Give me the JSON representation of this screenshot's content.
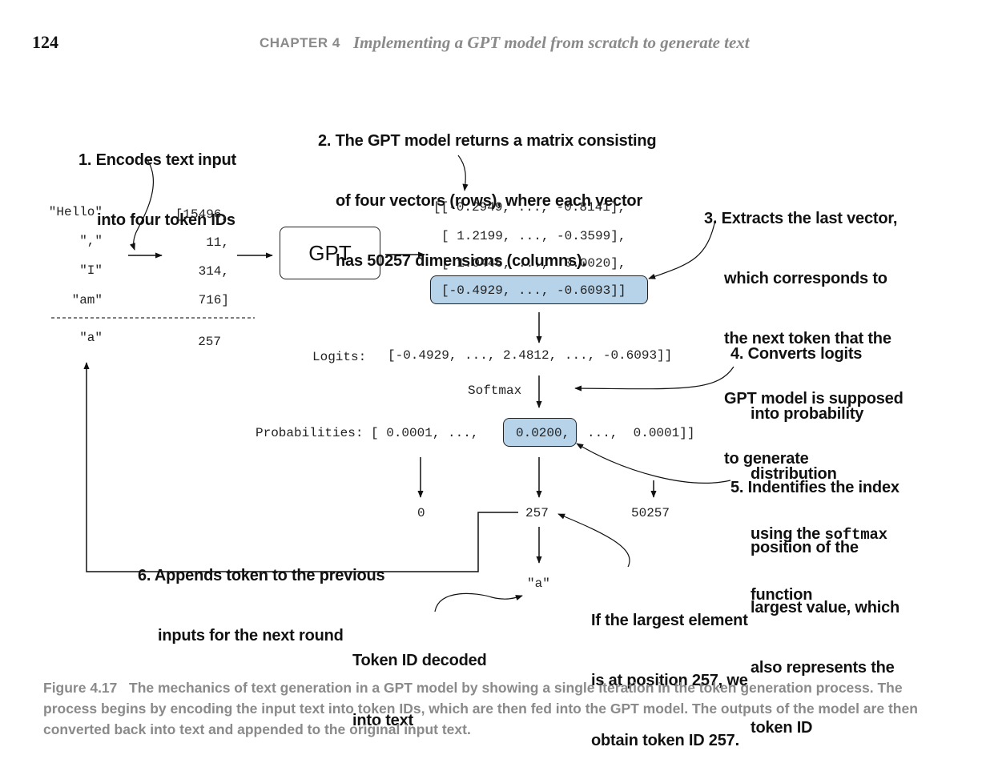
{
  "header": {
    "page_number": "124",
    "chapter_label": "CHAPTER 4",
    "chapter_title": "Implementing a GPT model from scratch to generate text"
  },
  "annotations": {
    "step1": [
      "1. Encodes text input",
      "into four token IDs"
    ],
    "step2": [
      "2. The GPT model returns a matrix consisting",
      "of four vectors (rows), where each vector",
      "has 50257 dimensions (columns)."
    ],
    "step3": [
      "3. Extracts the last vector,",
      "which corresponds to",
      "the next token that the",
      "GPT model is supposed",
      "to generate"
    ],
    "step4": [
      "4. Converts logits",
      "into probability",
      "distribution",
      "using the ",
      "softmax",
      "function"
    ],
    "step5": [
      "5. Indentifies the index",
      "position of the",
      "largest value, which",
      "also represents the",
      "token ID"
    ],
    "step6": [
      "6. Appends token to the previous",
      "inputs for the next round"
    ],
    "largest": [
      "If the largest element",
      "is at position 257, we",
      "obtain token ID 257."
    ],
    "decoded": [
      "Token ID decoded",
      "into text"
    ]
  },
  "inputs": {
    "tokens": [
      "\"Hello\"",
      "\",\"",
      "\"I\"",
      "\"am\""
    ],
    "ids": [
      "[15496,",
      "11,",
      "314,",
      "716]"
    ],
    "new_token": "\"a\"",
    "new_id": "257"
  },
  "model": {
    "label": "GPT"
  },
  "matrix": {
    "rows": [
      "[[-0.2949, ..., -0.8141],",
      "[ 1.2199, ..., -0.3599],",
      "[ 1.0446, ...,  0.0020],",
      "[-0.4929, ..., -0.6093]]"
    ]
  },
  "logits": {
    "label": "Logits:",
    "values": "[-0.4929, ..., 2.4812, ..., -0.6093]]"
  },
  "softmax": {
    "label": "Softmax"
  },
  "probabilities": {
    "label": "Probabilities: [ 0.0001, ...,",
    "highlight": "0.0200,",
    "rest": "...,  0.0001]]"
  },
  "indices": {
    "first": "0",
    "middle": "257",
    "last": "50257"
  },
  "output_token": "\"a\"",
  "caption": {
    "label": "Figure 4.17",
    "text": "The mechanics of text generation in a GPT model by showing a single iteration in the token generation process. The process begins by encoding the input text into token IDs, which are then fed into the GPT model. The outputs of the model are then converted back into text and appended to the original input text."
  },
  "colors": {
    "highlight": "#b7d3e9",
    "caption_gray": "#8a8a8a"
  }
}
